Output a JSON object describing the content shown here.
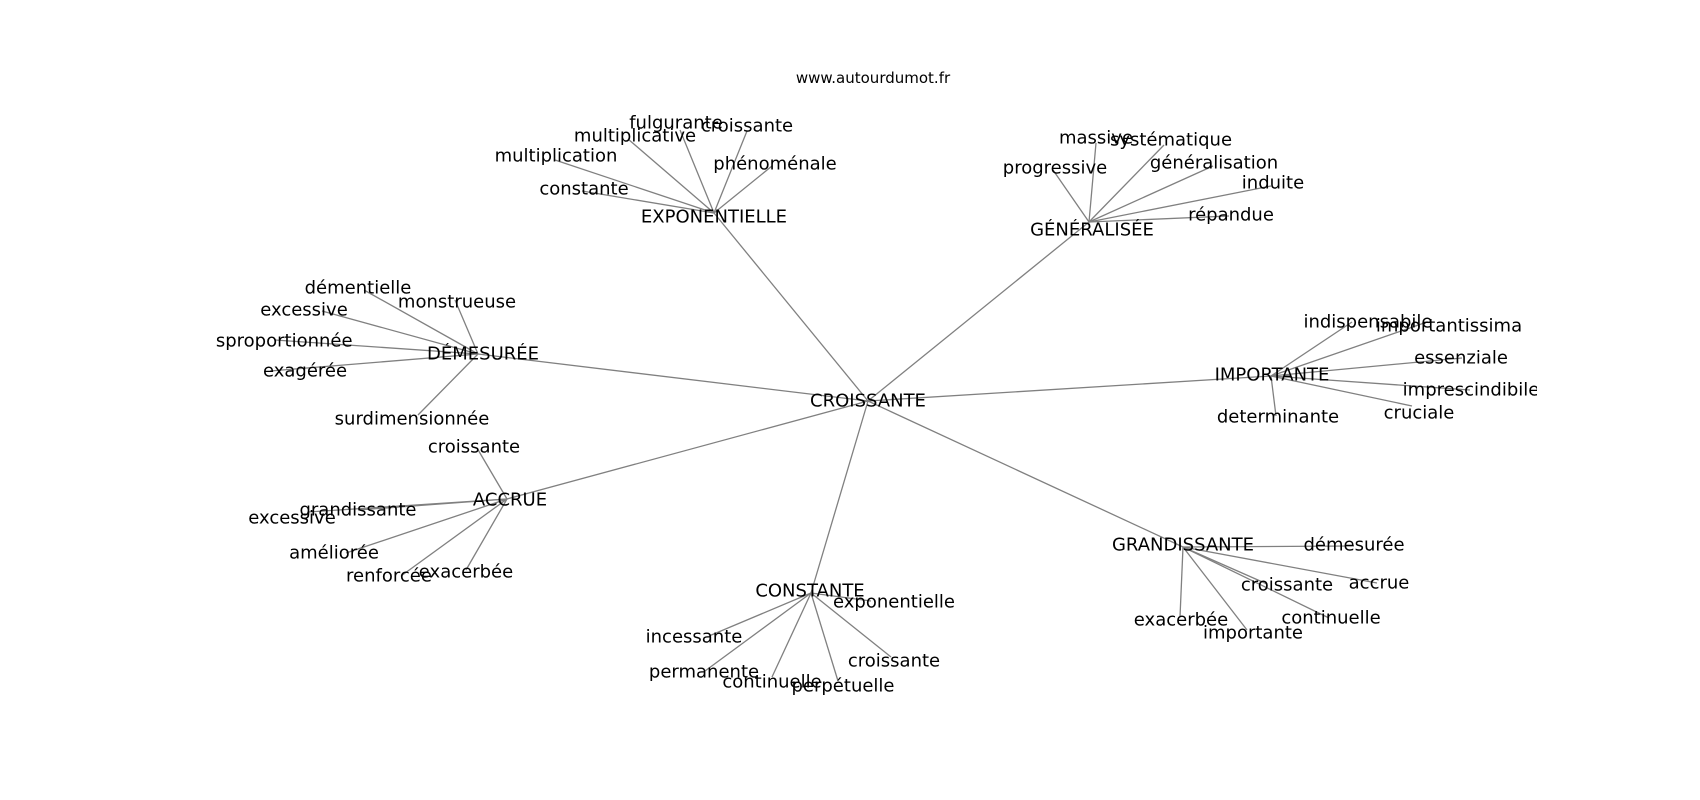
{
  "watermark": "www.autourdumot.fr",
  "graph": {
    "center": "CROISSANTE",
    "groups": [
      {
        "key": "exponentielle",
        "label": "EXPONENTIELLE",
        "words": [
          "croissante",
          "fulgurante",
          "multiplicative",
          "multiplication",
          "phénoménale",
          "constante"
        ]
      },
      {
        "key": "generalisee",
        "label": "GÉNÉRALISÉE",
        "words": [
          "massive",
          "systématique",
          "progressive",
          "généralisation",
          "induite",
          "répandue"
        ]
      },
      {
        "key": "demesuree",
        "label": "DÉMESURÉE",
        "words": [
          "démentielle",
          "monstrueuse",
          "excessive",
          "disproportionnée",
          "exagérée",
          "surdimensionnée"
        ]
      },
      {
        "key": "importante",
        "label": "IMPORTANTE",
        "words": [
          "indispensabile",
          "importantissima",
          "essenziale",
          "imprescindibile",
          "cruciale",
          "determinante"
        ]
      },
      {
        "key": "accrue",
        "label": "ACCRUE",
        "words": [
          "croissante",
          "grandissante",
          "excessive",
          "améliorée",
          "renforcée",
          "exacerbée"
        ]
      },
      {
        "key": "grandissante",
        "label": "GRANDISSANTE",
        "words": [
          "démesurée",
          "accrue",
          "croissante",
          "continuelle",
          "exacerbée",
          "importante"
        ]
      },
      {
        "key": "constante",
        "label": "CONSTANTE",
        "words": [
          "exponentielle",
          "incessante",
          "permanente",
          "croissante",
          "continuelle",
          "perpétuelle"
        ]
      }
    ]
  }
}
